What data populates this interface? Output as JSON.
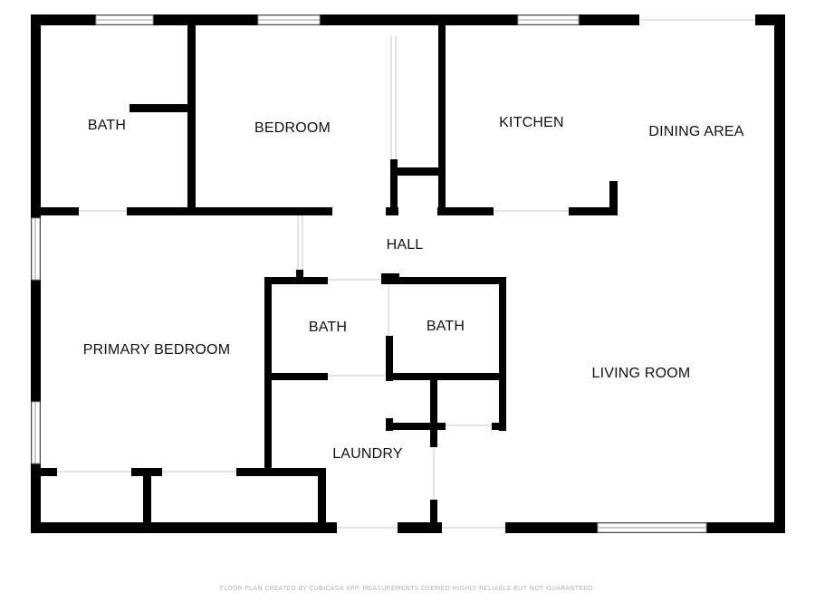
{
  "rooms": {
    "bath_top_left": "BATH",
    "bedroom": "BEDROOM",
    "kitchen": "KITCHEN",
    "dining_area": "DINING AREA",
    "hall": "HALL",
    "primary_bedroom": "PRIMARY BEDROOM",
    "bath_center_left": "BATH",
    "bath_center_right": "BATH",
    "living_room": "LIVING ROOM",
    "laundry": "LAUNDRY"
  },
  "footer": {
    "disclaimer": "FLOOR PLAN CREATED BY CUBICASA APP. MEASUREMENTS DEEMED HIGHLY RELIABLE BUT NOT GUARANTEED."
  },
  "colors": {
    "wall": "#000000",
    "background": "#ffffff",
    "window": "#9a9a9a",
    "footer_text": "#b5b5b5"
  }
}
